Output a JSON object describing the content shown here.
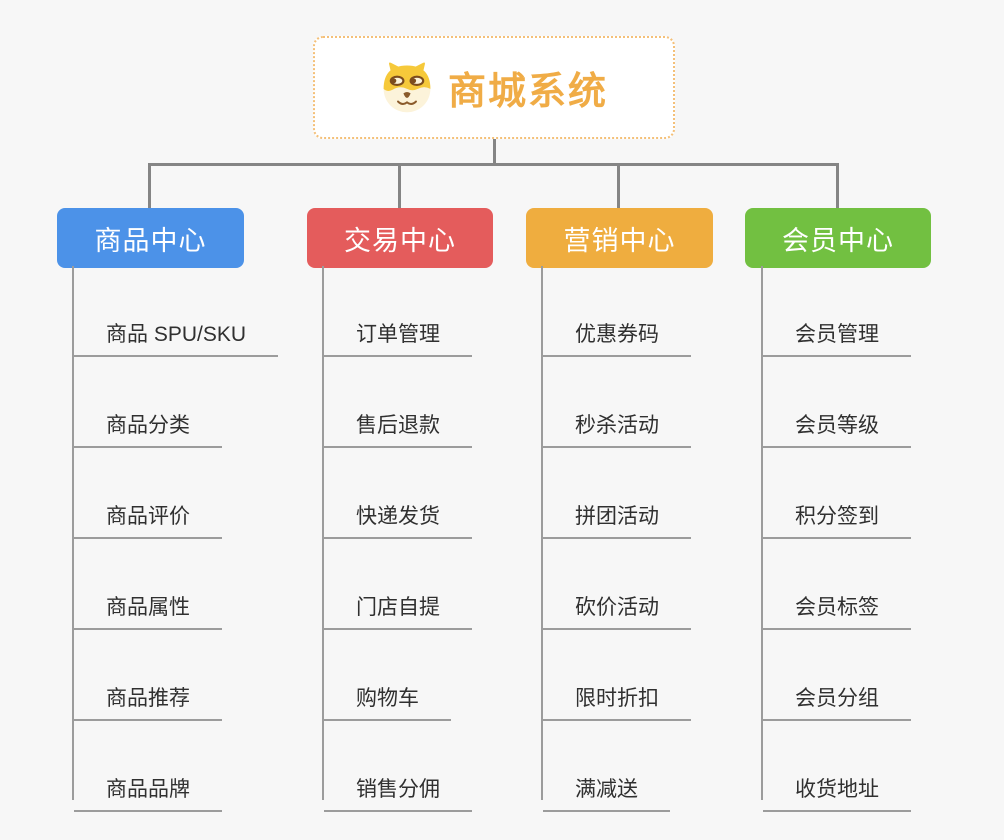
{
  "canvas": {
    "background_color": "#f7f7f7",
    "connector_color": "#858585",
    "leaf_line_color": "#9c9c9c"
  },
  "root": {
    "title": "商城系统",
    "title_color": "#f0ac46",
    "border_color": "#f4c079",
    "icon": "doge-icon"
  },
  "branches": [
    {
      "label": "商品中心",
      "color": "#4c92e8",
      "children": [
        "商品 SPU/SKU",
        "商品分类",
        "商品评价",
        "商品属性",
        "商品推荐",
        "商品品牌"
      ]
    },
    {
      "label": "交易中心",
      "color": "#e45c5c",
      "children": [
        "订单管理",
        "售后退款",
        "快递发货",
        "门店自提",
        "购物车",
        "销售分佣"
      ]
    },
    {
      "label": "营销中心",
      "color": "#efad3f",
      "children": [
        "优惠券码",
        "秒杀活动",
        "拼团活动",
        "砍价活动",
        "限时折扣",
        "满减送"
      ]
    },
    {
      "label": "会员中心",
      "color": "#72c041",
      "children": [
        "会员管理",
        "会员等级",
        "积分签到",
        "会员标签",
        "会员分组",
        "收货地址"
      ]
    }
  ]
}
